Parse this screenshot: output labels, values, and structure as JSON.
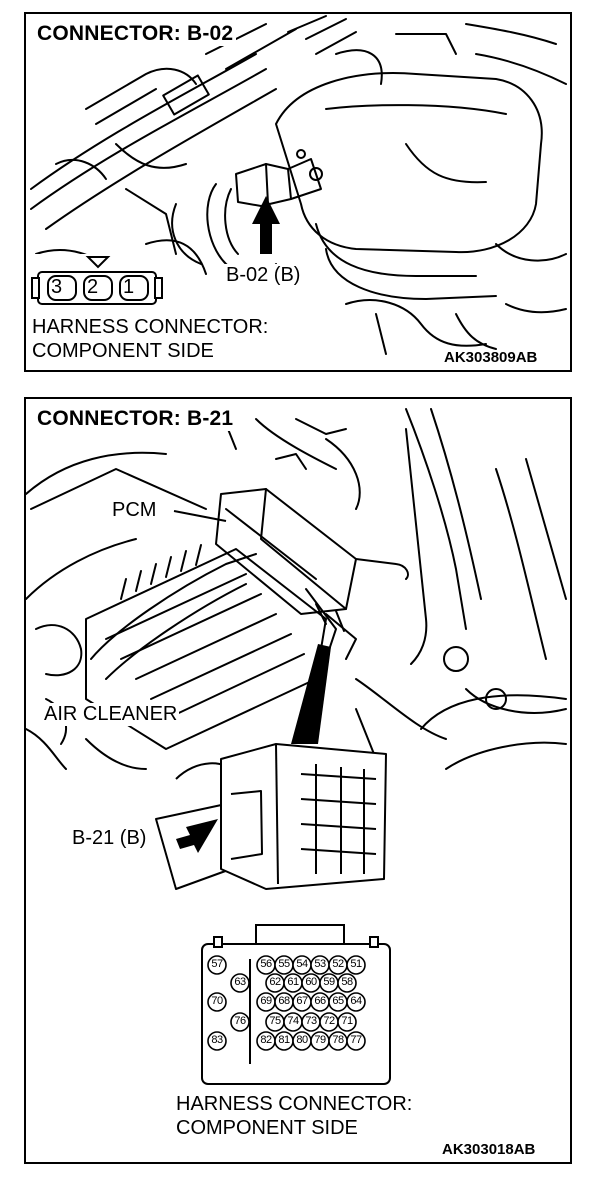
{
  "panel1": {
    "title": "CONNECTOR: B-02",
    "callout": "B-02 (B)",
    "pins": [
      "3",
      "2",
      "1"
    ],
    "caption_line1": "HARNESS CONNECTOR:",
    "caption_line2": "COMPONENT SIDE",
    "code": "AK303809AB"
  },
  "panel2": {
    "title": "CONNECTOR: B-21",
    "label_pcm": "PCM",
    "label_air_cleaner": "AIR CLEANER",
    "callout": "B-21 (B)",
    "pins": {
      "row1": [
        "57",
        "56",
        "55",
        "54",
        "53",
        "52",
        "51"
      ],
      "row2": [
        "63",
        "62",
        "61",
        "60",
        "59",
        "58"
      ],
      "row3": [
        "70",
        "69",
        "68",
        "67",
        "66",
        "65",
        "64"
      ],
      "row4": [
        "76",
        "75",
        "74",
        "73",
        "72",
        "71"
      ],
      "row5": [
        "83",
        "82",
        "81",
        "80",
        "79",
        "78",
        "77"
      ]
    },
    "caption_line1": "HARNESS CONNECTOR:",
    "caption_line2": "COMPONENT SIDE",
    "code": "AK303018AB"
  }
}
